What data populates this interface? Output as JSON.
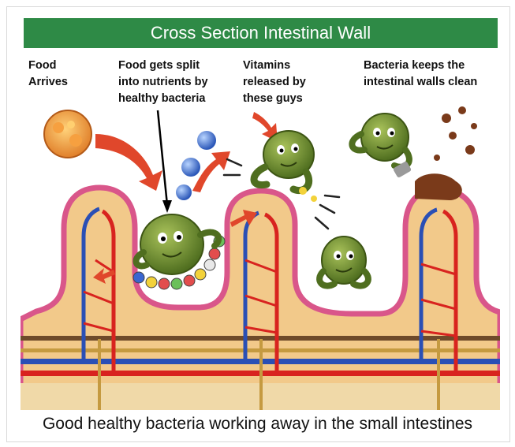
{
  "title": "Cross Section Intestinal Wall",
  "labels": {
    "food_arrives": "Food\nArrives",
    "food_split": "Food gets split\ninto nutrients by\nhealthy bacteria",
    "vitamins": "Vitamins\nreleased by\nthese guys",
    "bacteria_clean": "Bacteria keeps the\nintestinal walls clean"
  },
  "caption": "Good healthy bacteria working away in the small intestines",
  "colors": {
    "title_bg": "#2e8a46",
    "tissue": "#f2c98a",
    "wall_pink": "#d9568a",
    "artery": "#d8231f",
    "vein": "#2a4fb5",
    "bacteria": "#6b8a2e",
    "arrow": "#e0472b"
  }
}
